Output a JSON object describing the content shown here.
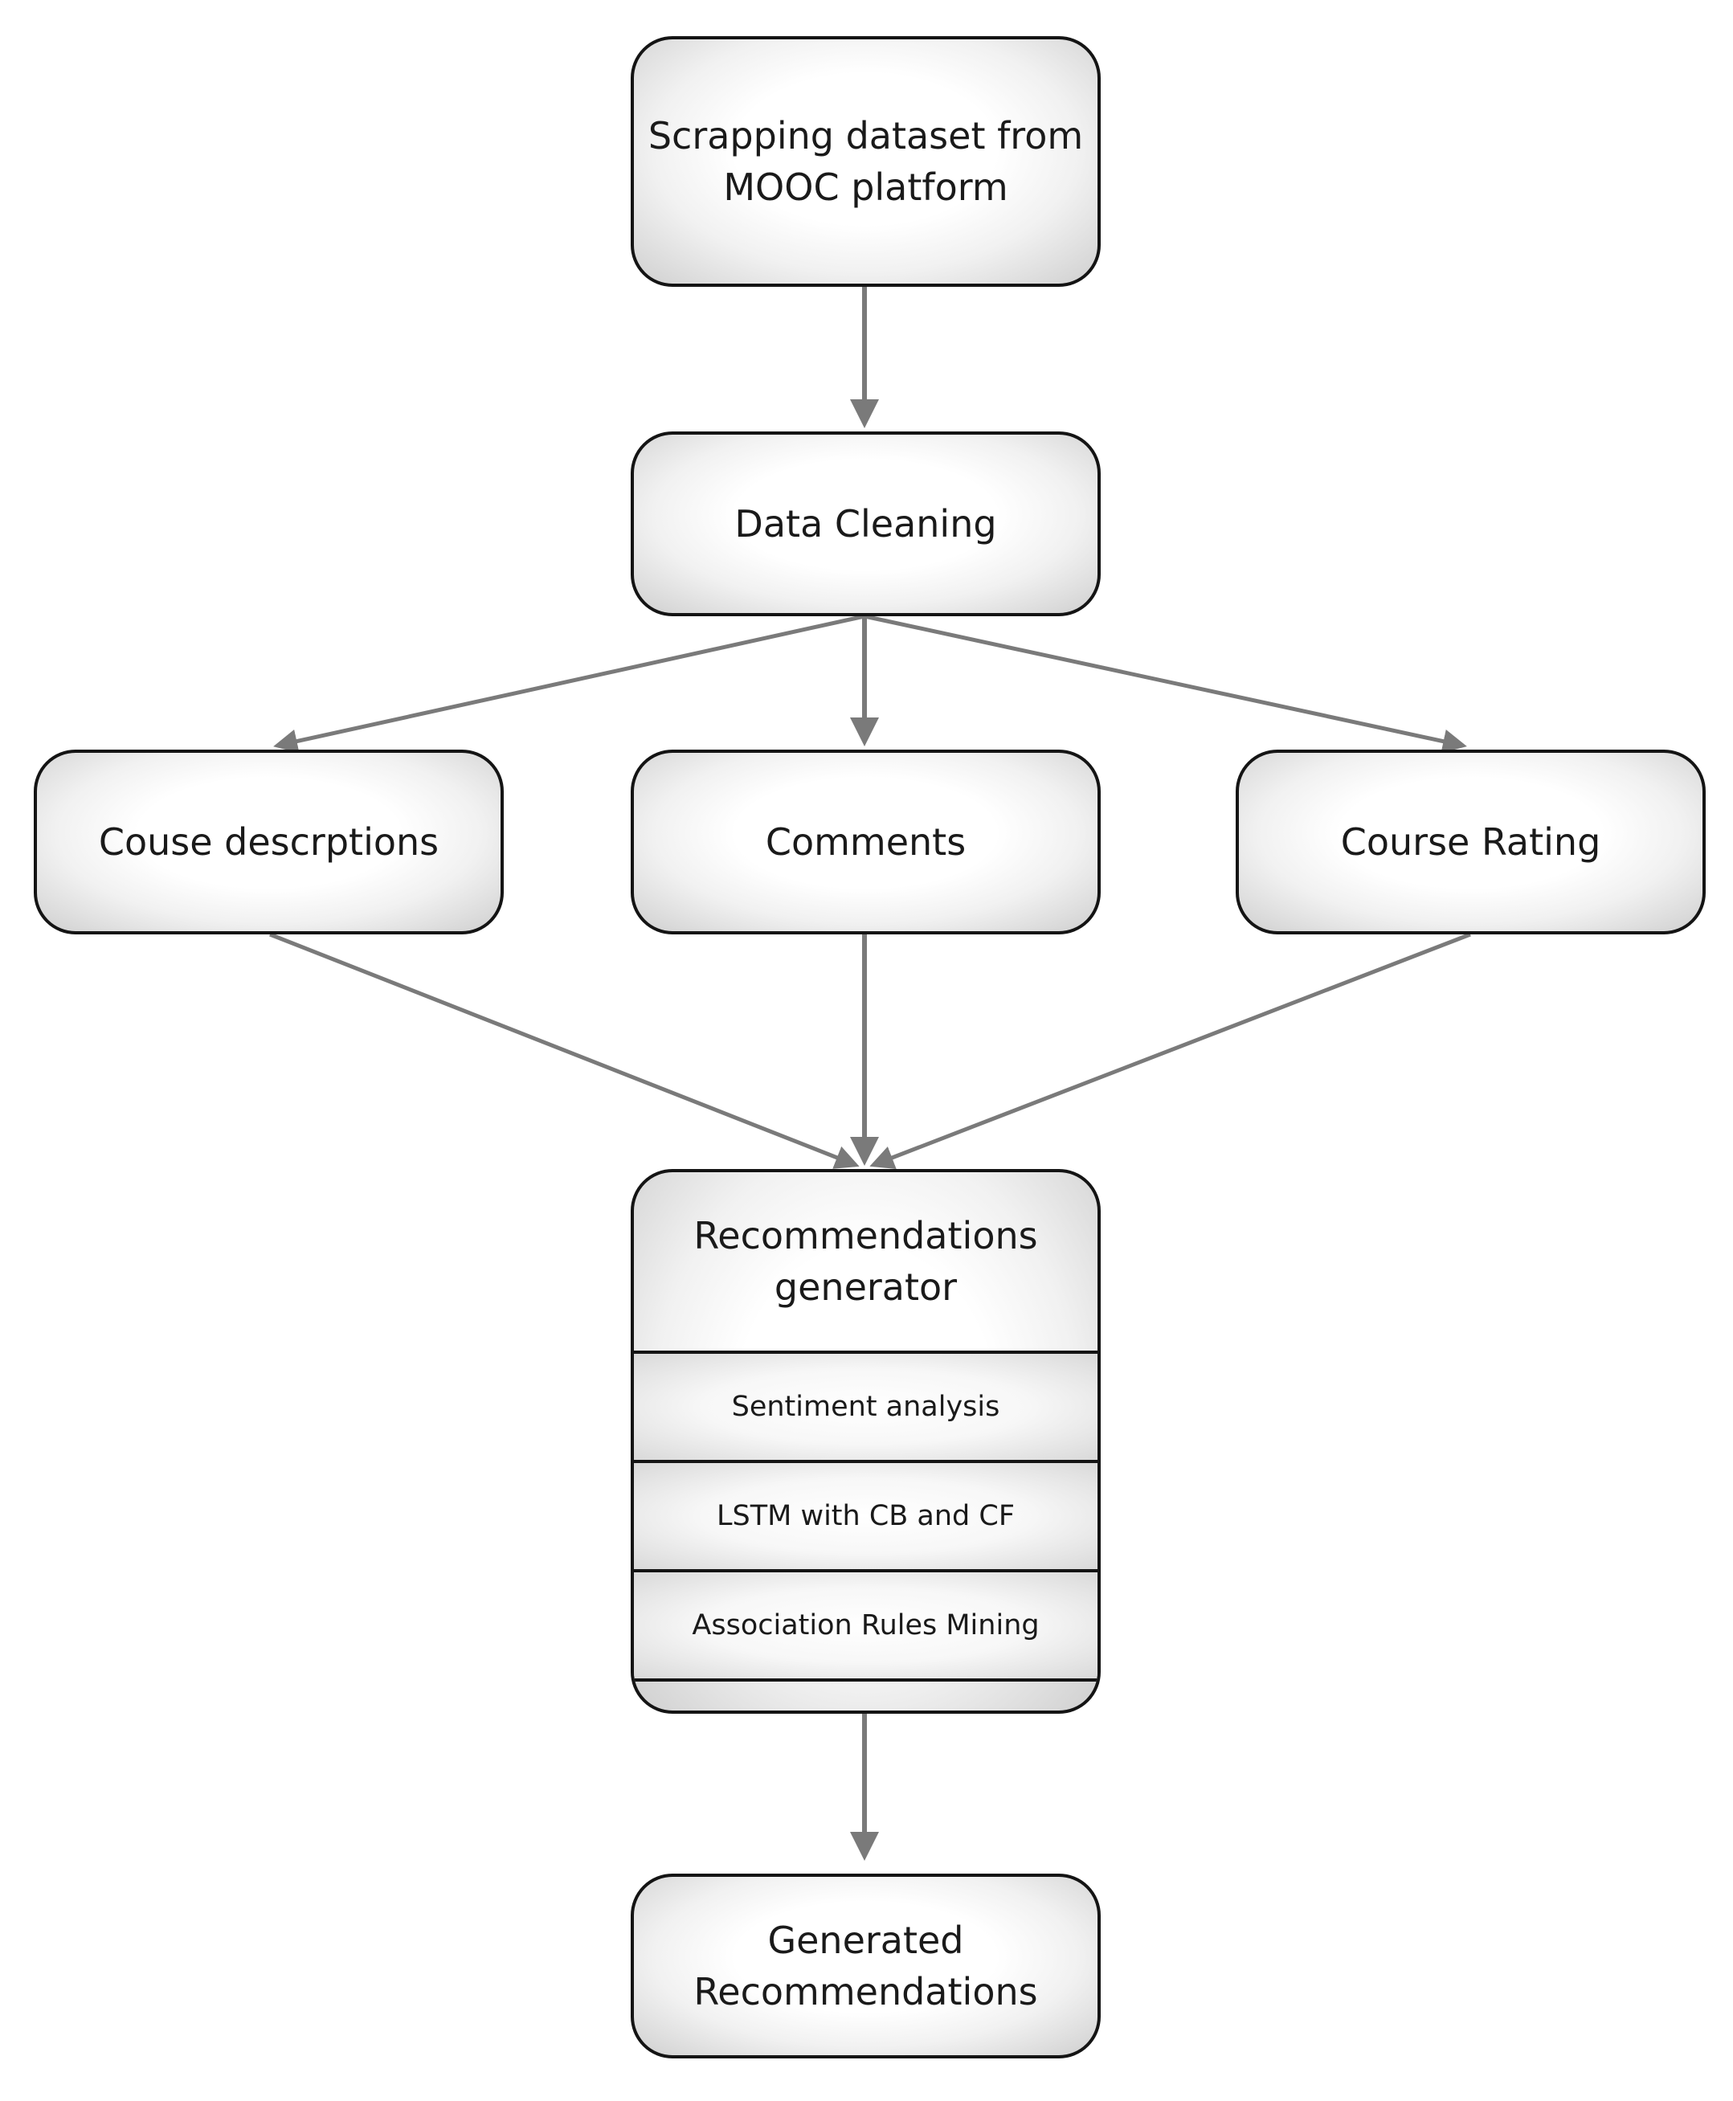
{
  "nodes": {
    "scrape": "Scrapping dataset from\nMOOC platform",
    "clean": "Data Cleaning",
    "descriptions": "Couse descrptions",
    "comments": "Comments",
    "rating": "Course Rating",
    "generator": "Recommendations\ngenerator",
    "output": "Generated\nRecommendations"
  },
  "generator_steps": [
    "Sentiment analysis",
    "LSTM with CB and CF",
    "Association Rules Mining"
  ],
  "colors": {
    "arrow": "#7a7a7a",
    "border": "#141414",
    "box_fill_center": "#ffffff",
    "box_fill_edge": "#cfcfcf"
  }
}
